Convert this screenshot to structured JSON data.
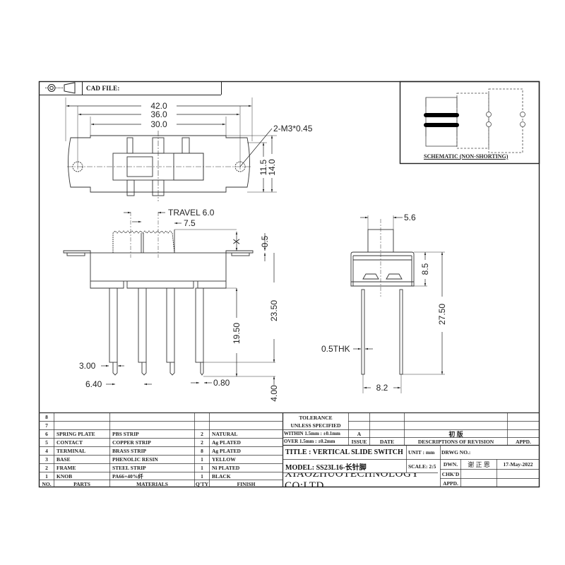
{
  "header": {
    "cad_file_label": "CAD FILE:",
    "projection_icon": "third-angle-projection-icon"
  },
  "schematic": {
    "label": "SCHEMATIC (NON-SHORTING)"
  },
  "top_view": {
    "dims": {
      "overall_width": "42.0",
      "mount_hole_pitch": "36.0",
      "body_width": "30.0",
      "body_height": "11.5",
      "frame_height": "14.0",
      "holes": "2-M3*0.45"
    }
  },
  "front_view": {
    "dims": {
      "travel": "TRAVEL 6.0",
      "knob_width": "7.5",
      "knob_height": "X",
      "frame_thickness": "0.5",
      "body_to_pin_end": "23.50",
      "pin_length": "19.50",
      "pin_tip_length": "4.00",
      "pin_pitch_a": "3.00",
      "pin_pitch_b": "6.40",
      "pin_tip_width": "0.80"
    }
  },
  "side_view": {
    "dims": {
      "knob_width": "5.6",
      "body_height": "8.5",
      "overall_height": "27.50",
      "pin_thickness": "0.5THK",
      "pin_spacing": "8.2"
    }
  },
  "bom": {
    "headers": [
      "NO.",
      "PARTS",
      "MATERIALS",
      "Q'TY",
      "FINISH"
    ],
    "rows": [
      {
        "no": "8",
        "part": "",
        "material": "",
        "qty": "",
        "finish": ""
      },
      {
        "no": "7",
        "part": "",
        "material": "",
        "qty": "",
        "finish": ""
      },
      {
        "no": "6",
        "part": "SPRING PLATE",
        "material": "PBS STRIP",
        "qty": "2",
        "finish": "NATURAL"
      },
      {
        "no": "5",
        "part": "CONTACT",
        "material": "COPPER STRIP",
        "qty": "2",
        "finish": "Ag PLATED"
      },
      {
        "no": "4",
        "part": "TERMINAL",
        "material": "BRASS STRIP",
        "qty": "8",
        "finish": "Ag PLATED"
      },
      {
        "no": "3",
        "part": "BASE",
        "material": "PHENOLIC RESIN",
        "qty": "1",
        "finish": "YELLOW"
      },
      {
        "no": "2",
        "part": "FRAME",
        "material": "STEEL STRIP",
        "qty": "1",
        "finish": "Ni PLATED"
      },
      {
        "no": "1",
        "part": "KNOB",
        "material": "PA66+40%纤",
        "qty": "1",
        "finish": "BLACK"
      }
    ]
  },
  "title_block": {
    "tolerance_title": "TOLERANCE",
    "tolerance_subtitle": "UNLESS   SPECIFIED",
    "tolerance_within": "WITHIN 1.5mm : ±0.1mm",
    "tolerance_over": "OVER 1.5mm : ±0.2mm",
    "issue_value": "A",
    "revision_desc": "初 版",
    "issue_label": "ISSUE",
    "date_label": "DATE",
    "desc_label": "DESCRIPTIONS OF REVISION",
    "appd_label": "APPD.",
    "title": "TITLE :   VERTICAL SLIDE SWITCH",
    "unit": "UNIT :  mm",
    "dwg_no": "DRWG NO.:",
    "model": "MODEL:  SS23L16-长针脚",
    "scale": "SCALE:  2:5",
    "dwn_label": "DWN.",
    "dwn_name": "谢 正 恩",
    "dwn_date": "17-May-2022",
    "chkd_label": "CHK'D",
    "appd2_label": "APPD.",
    "company": "XIAOZHUOTECHNOLOGY  CO;LTD"
  }
}
